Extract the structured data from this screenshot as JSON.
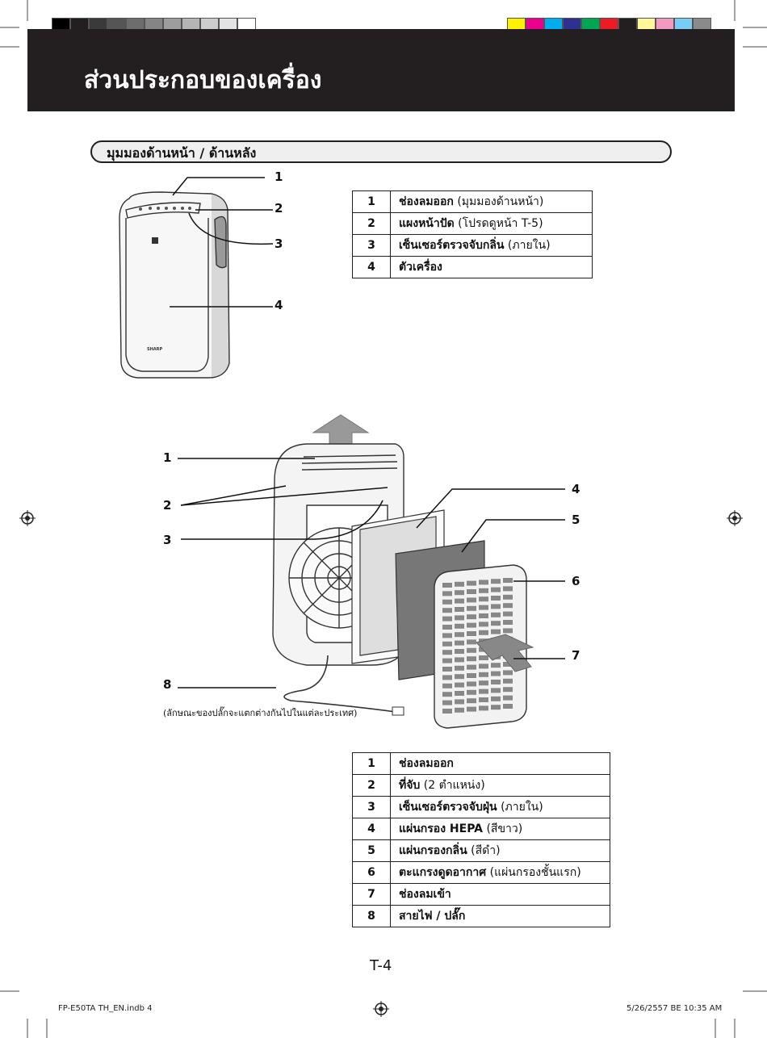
{
  "header": {
    "title": "ส่วนประกอบของเครื่อง"
  },
  "color_bar": {
    "gray_swatches": [
      "#000000",
      "#231f20",
      "#3a3a3a",
      "#555555",
      "#6d6d6d",
      "#858585",
      "#9d9d9d",
      "#b5b5b5",
      "#cdcdcd",
      "#e3e3e3",
      "#ffffff"
    ],
    "color_swatches": [
      "#fff200",
      "#ec008c",
      "#00aeef",
      "#2e3192",
      "#00a651",
      "#ed1c24",
      "#231f20",
      "#fff799",
      "#f49ac1",
      "#7accf5",
      "#8a8a8a"
    ]
  },
  "section": {
    "title": "มุมมองด้านหน้า / ด้านหลัง"
  },
  "front_view": {
    "callouts": [
      "1",
      "2",
      "3",
      "4"
    ],
    "brand": "SHARP",
    "parts": [
      {
        "num": "1",
        "name": "ช่องลมออก",
        "note": "(มุมมองด้านหน้า)"
      },
      {
        "num": "2",
        "name": "แผงหน้าปัด",
        "note": "(โปรดดูหน้า T-5)"
      },
      {
        "num": "3",
        "name": "เซ็นเซอร์ตรวจจับกลิ่น",
        "note": "(ภายใน)"
      },
      {
        "num": "4",
        "name": "ตัวเครื่อง",
        "note": ""
      }
    ]
  },
  "rear_view": {
    "callouts": [
      "1",
      "2",
      "3",
      "4",
      "5",
      "6",
      "7",
      "8"
    ],
    "plug_note": "(ลักษณะของปลั๊กจะแตกต่างกันไปในแต่ละประเทศ)",
    "parts": [
      {
        "num": "1",
        "name": "ช่องลมออก",
        "note": ""
      },
      {
        "num": "2",
        "name": "ที่จับ",
        "note": "(2 ตำแหน่ง)"
      },
      {
        "num": "3",
        "name": "เซ็นเซอร์ตรวจจับฝุ่น",
        "note": "(ภายใน)"
      },
      {
        "num": "4",
        "name": "แผ่นกรอง HEPA",
        "note": "(สีขาว)"
      },
      {
        "num": "5",
        "name": "แผ่นกรองกลิ่น",
        "note": "(สีดำ)"
      },
      {
        "num": "6",
        "name": "ตะแกรงดูดอากาศ",
        "note": "(แผ่นกรองชั้นแรก)"
      },
      {
        "num": "7",
        "name": "ช่องลมเข้า",
        "note": ""
      },
      {
        "num": "8",
        "name": "สายไฟ / ปลั๊ก",
        "note": ""
      }
    ]
  },
  "page_number": "T-4",
  "footer": {
    "left": "FP-E50TA TH_EN.indb   4",
    "right": "5/26/2557 BE   10:35 AM"
  }
}
